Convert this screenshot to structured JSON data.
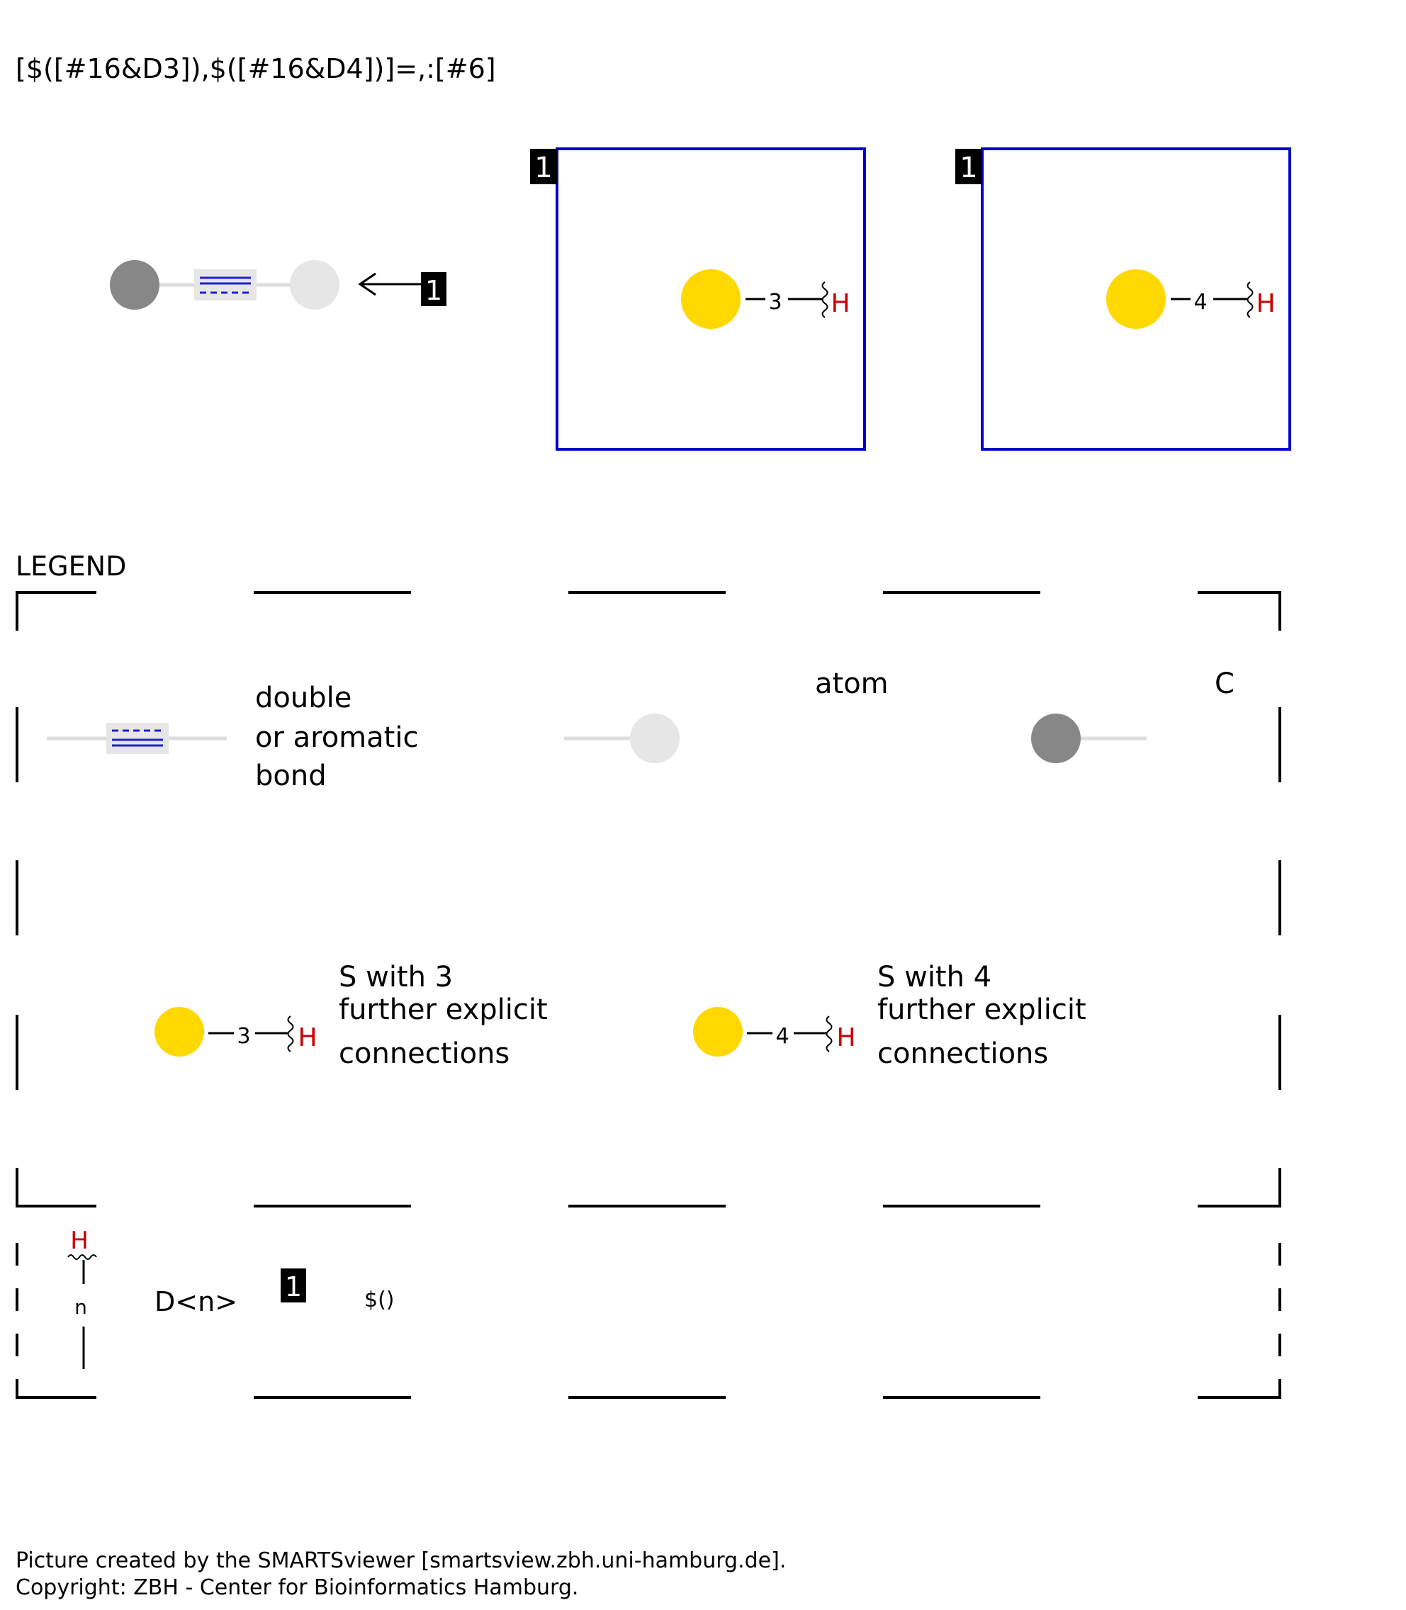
{
  "smarts": "[$([#16&D3]),$([#16&D4])]=,:[#6]",
  "legend_title": "LEGEND",
  "group_label": "1",
  "colors": {
    "sulfur": "#ffd800",
    "carbon": "#878787",
    "any_atom": "#e6e6e6",
    "bond_blue": "#1f1fd6",
    "bond_box": "#e6e6e6",
    "hydrogen": "#cc0000",
    "frame_blue": "#0000d0"
  },
  "main_diagram": {
    "group1": {
      "count": "3",
      "h": "H"
    },
    "group2": {
      "count": "4",
      "h": "H"
    }
  },
  "legend": {
    "bond_label_l1": "double",
    "bond_label_l2": "or aromatic",
    "bond_label_l3": "bond",
    "atom_label": "atom",
    "carbon_label": "C",
    "s3_count": "3",
    "s3_h": "H",
    "s3_l1": "S with 3",
    "s3_l2": "further explicit",
    "s3_l3": "connections",
    "s4_count": "4",
    "s4_h": "H",
    "s4_l1": "S with 4",
    "s4_l2": "further explicit",
    "s4_l3": "connections",
    "deg_h": "H",
    "deg_n": "n",
    "deg_label": "D<n>",
    "group_sym": "1",
    "recursive_label": "$()"
  },
  "footer": {
    "line1": "Picture created by the SMARTSviewer [smartsview.zbh.uni-hamburg.de].",
    "line2": "Copyright: ZBH - Center for Bioinformatics Hamburg."
  }
}
